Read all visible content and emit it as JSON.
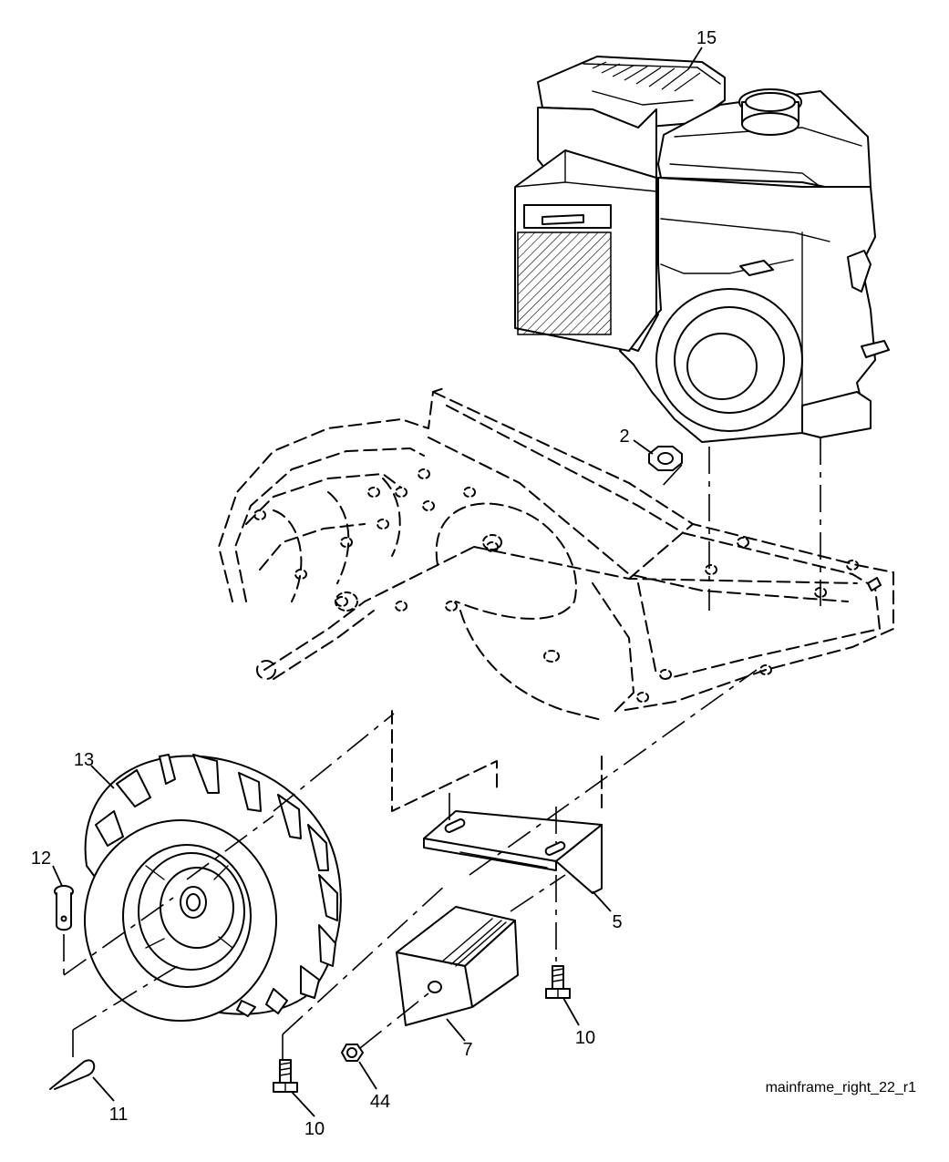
{
  "diagram_id": "mainframe_right_22_r1",
  "callouts": [
    {
      "id": "c15",
      "part": "engine",
      "text": "15"
    },
    {
      "id": "c2",
      "part": "nut",
      "text": "2"
    },
    {
      "id": "c13",
      "part": "wheel",
      "text": "13"
    },
    {
      "id": "c12",
      "part": "clevis-pin",
      "text": "12"
    },
    {
      "id": "c5",
      "part": "bracket",
      "text": "5"
    },
    {
      "id": "c7",
      "part": "weight-block",
      "text": "7"
    },
    {
      "id": "c10a",
      "part": "bolt",
      "text": "10"
    },
    {
      "id": "c10b",
      "part": "bolt",
      "text": "10"
    },
    {
      "id": "c44",
      "part": "nut",
      "text": "44"
    },
    {
      "id": "c11",
      "part": "hairpin-clip",
      "text": "11"
    }
  ]
}
